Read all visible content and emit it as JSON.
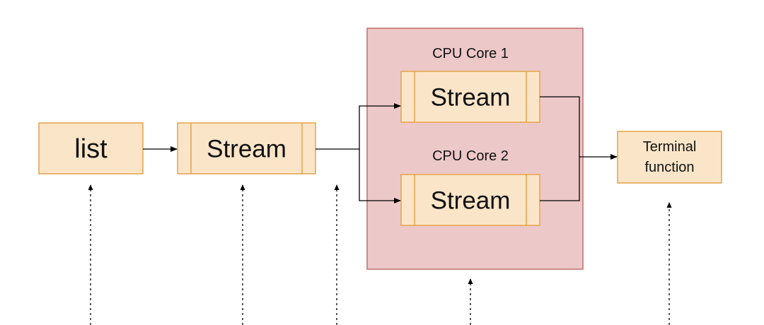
{
  "diagram": {
    "list_label": "list",
    "stream_main_label": "Stream",
    "core1_title": "CPU Core 1",
    "core1_stream_label": "Stream",
    "core2_title": "CPU Core 2",
    "core2_stream_label": "Stream",
    "terminal_line1": "Terminal",
    "terminal_line2": "function"
  },
  "colors": {
    "box_fill": "#fbe5c8",
    "box_stroke": "#e3a44a",
    "core_fill": "#edc8c8",
    "core_stroke": "#bf6f6f",
    "line": "#000000"
  }
}
